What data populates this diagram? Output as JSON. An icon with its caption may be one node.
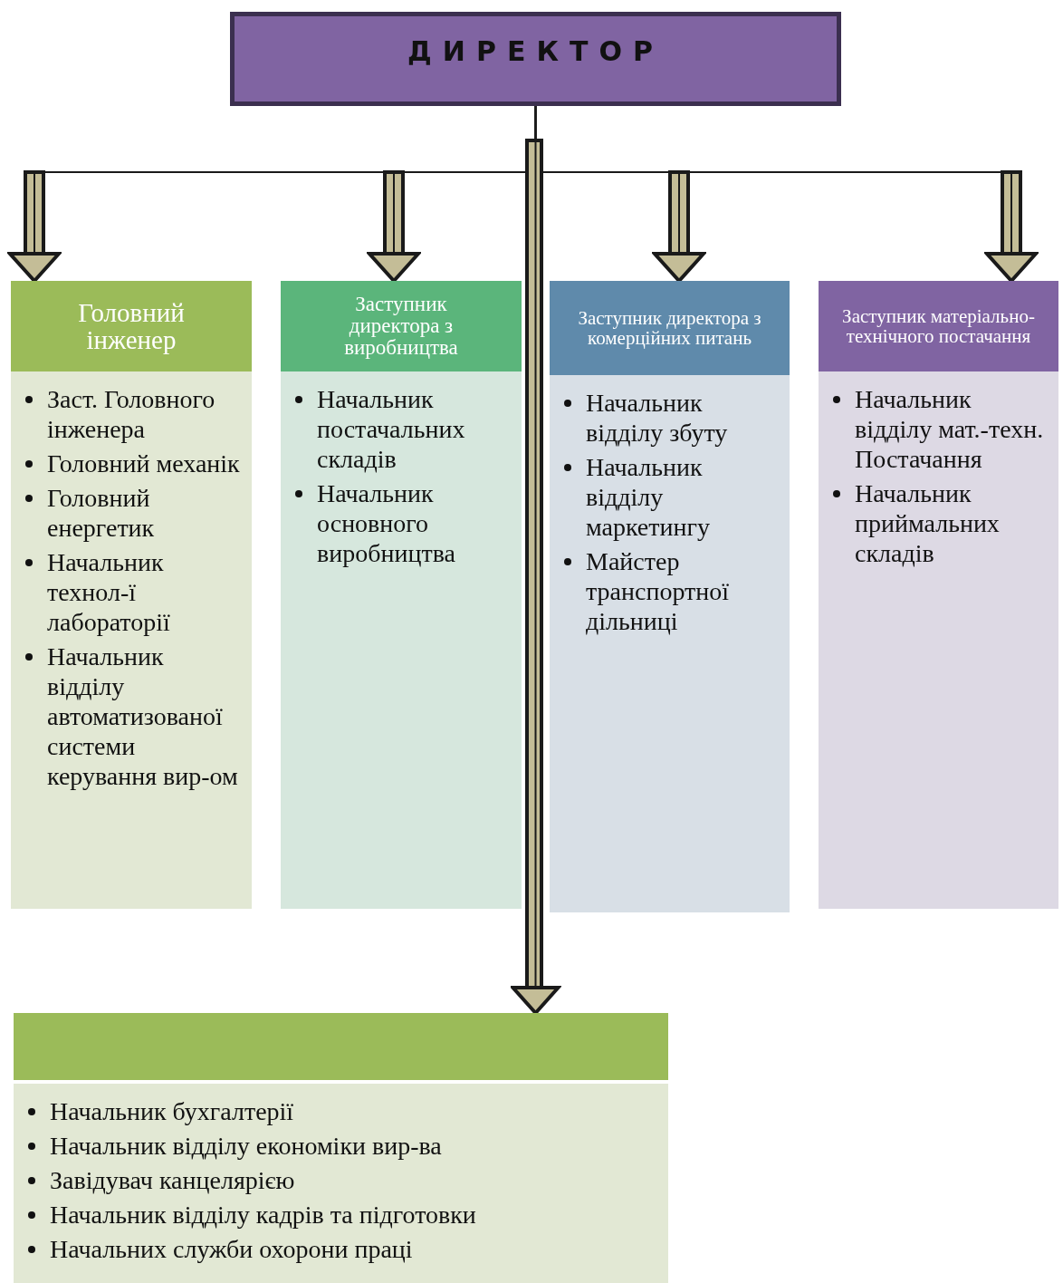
{
  "diagram": {
    "nodes": [
      {
        "text": [
          "ДИРЕКТОР"
        ]
      },
      {
        "text": [
          "Головний інженер"
        ]
      },
      {
        "text": [
          "Заст. Головного інженера",
          "Головний механік",
          "Головний енергетик",
          "Начальник технол-ї лабораторії",
          "Начальник відділу автоматизованої системи керування вир-ом"
        ]
      },
      {
        "text": [
          "Заступник директора з виробництва"
        ]
      },
      {
        "text": [
          "Начальник постачальних складів",
          "Начальник основного виробництва"
        ]
      },
      {
        "text": [
          "Заступник директора з комерційних питань"
        ]
      },
      {
        "text": [
          "Начальник відділу збуту",
          "Начальник відділу маркетингу",
          "Майстер транспортної дільниці"
        ]
      },
      {
        "text": [
          "Заступник матеріально-технічного постачання"
        ]
      },
      {
        "text": [
          "Начальник відділу мат.-техн. Постачання",
          "Начальник приймальних складів"
        ]
      },
      {
        "text": [],
        "shape": "bar"
      },
      {
        "text": [
          "Начальник бухгалтерії",
          "Начальник відділу економіки вир-ва",
          "Завідувач канцелярією",
          "Начальник відділу кадрів та підготовки",
          "Начальних служби охорони праці"
        ]
      }
    ],
    "edges": [
      {
        "from": 0,
        "to": 1,
        "arrow": "to"
      },
      {
        "from": 0,
        "to": 3,
        "arrow": "to"
      },
      {
        "from": 0,
        "to": 5,
        "arrow": "to"
      },
      {
        "from": 0,
        "to": 7,
        "arrow": "to"
      },
      {
        "from": 0,
        "to": 9,
        "arrow": "to"
      }
    ]
  }
}
